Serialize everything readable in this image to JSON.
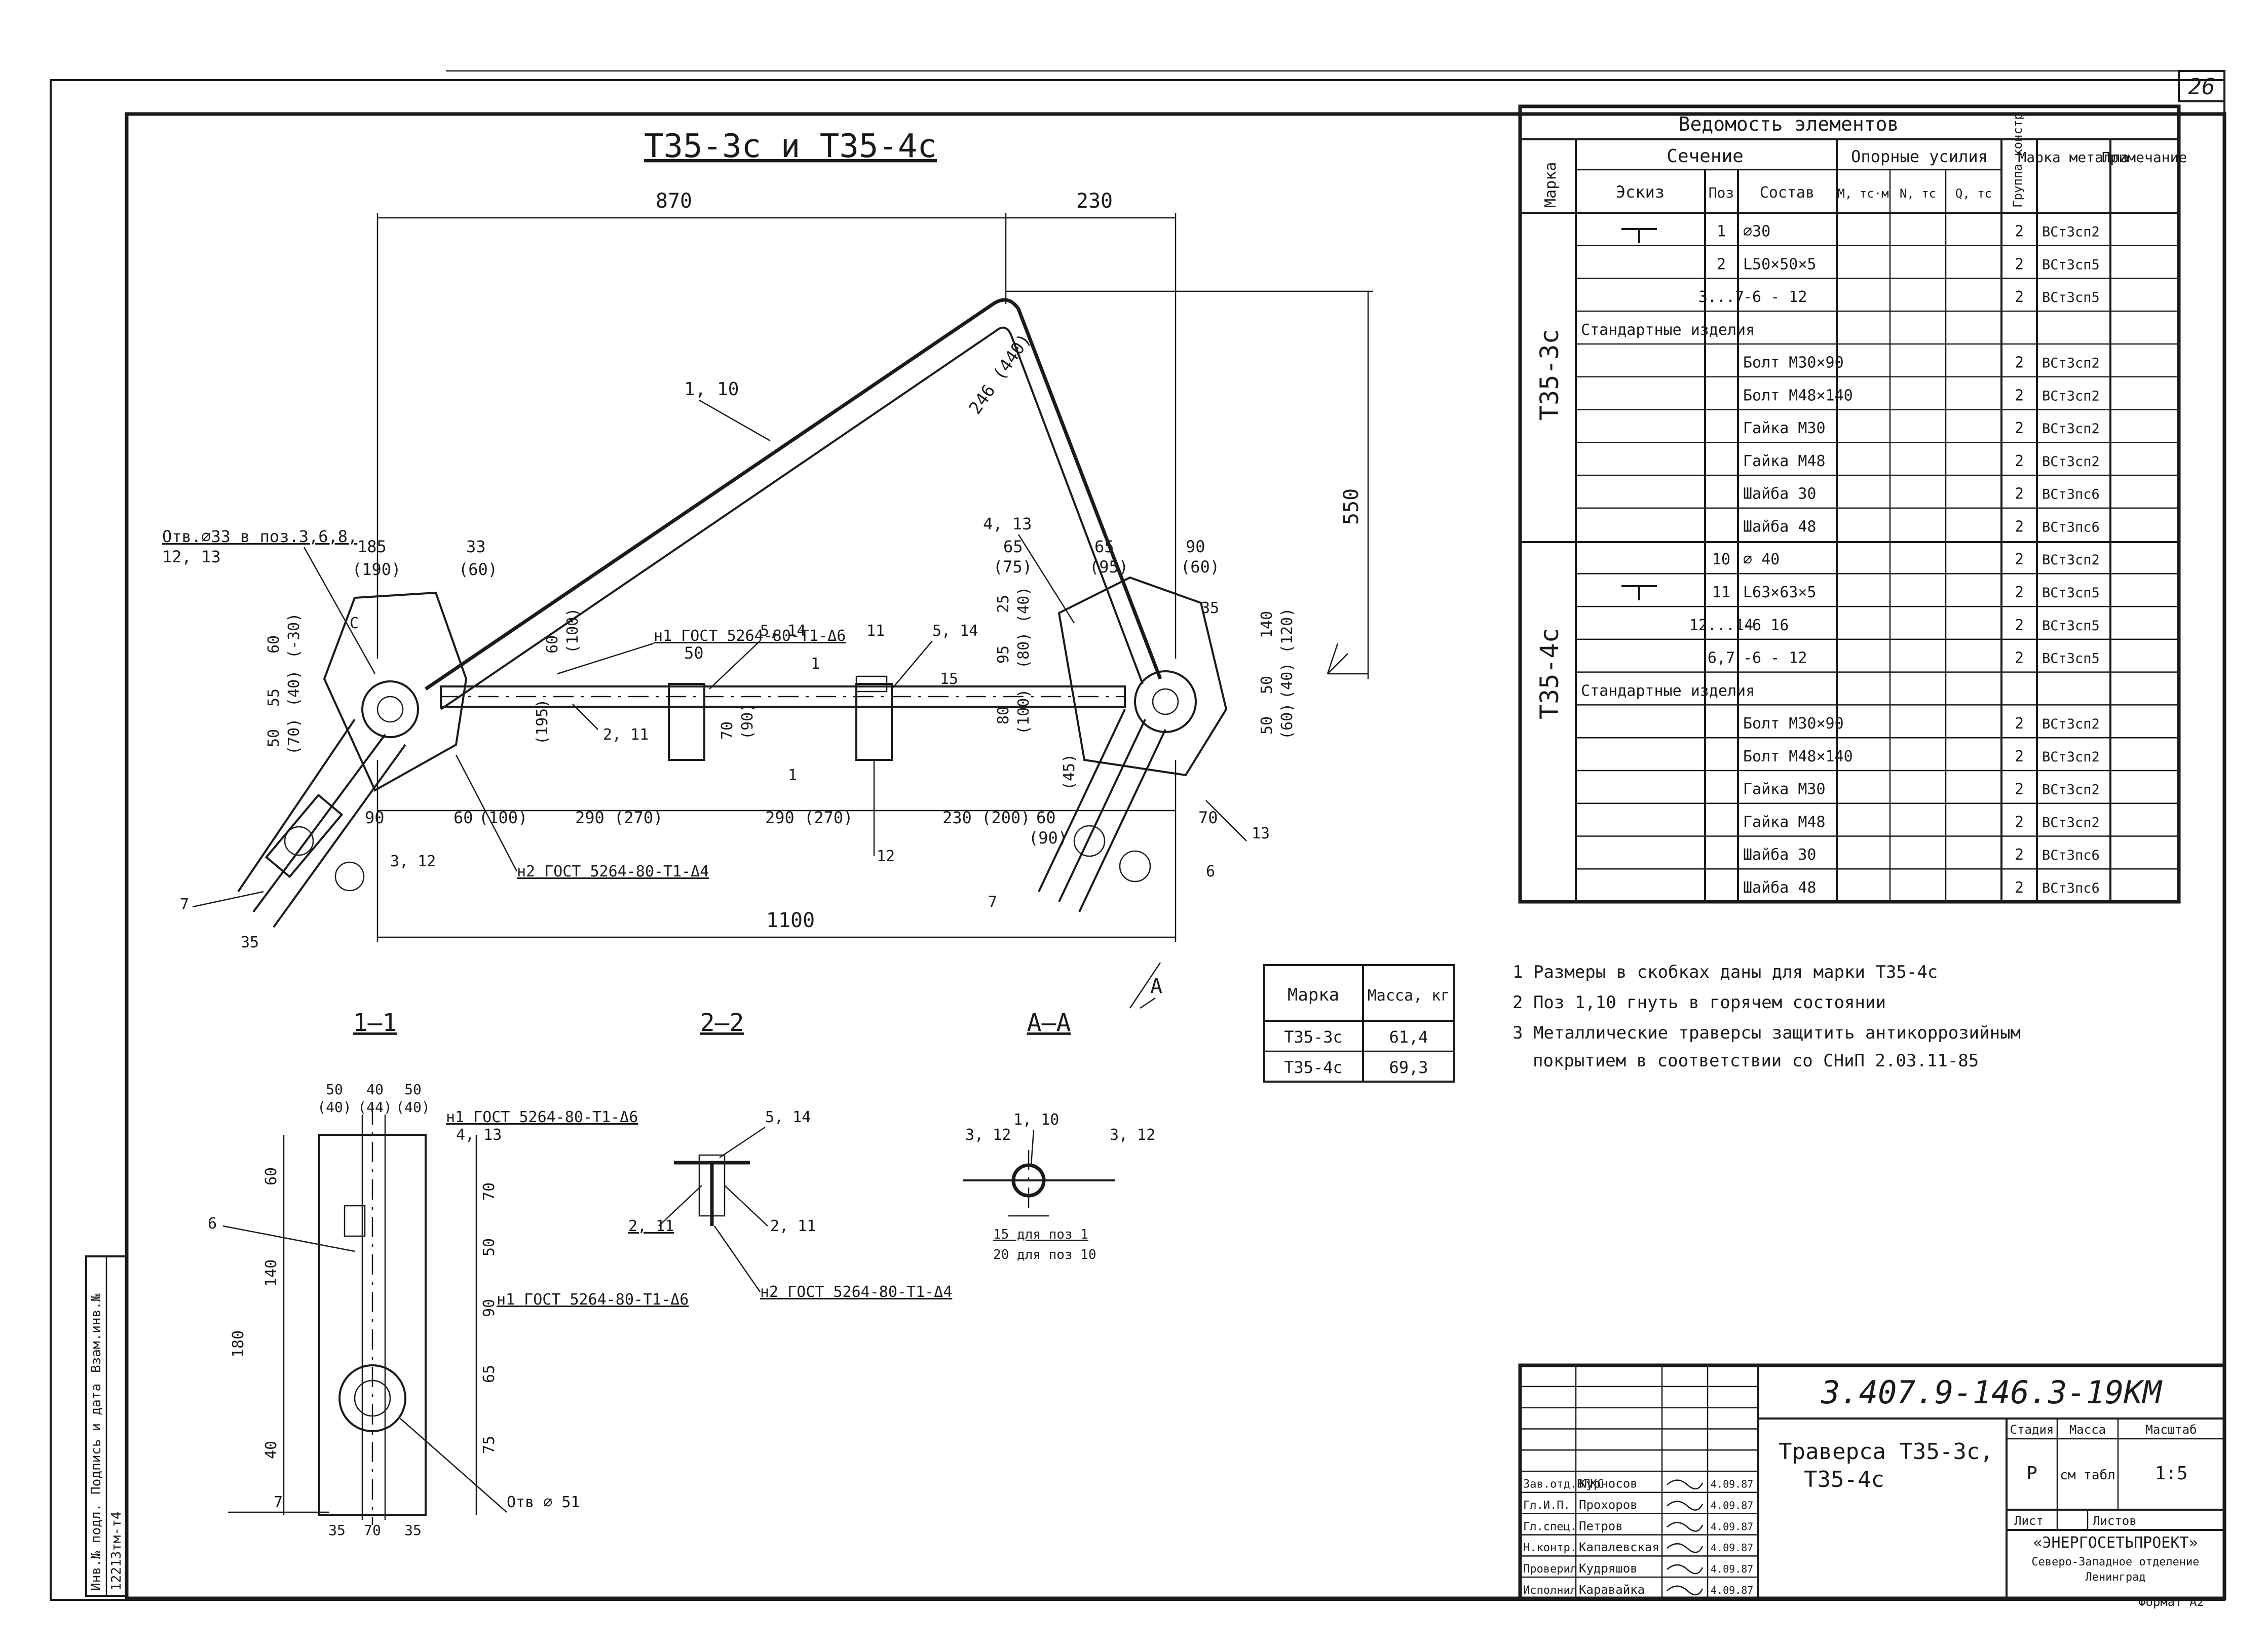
{
  "sheet_no": "26",
  "title": "Т35-3с и Т35-4с",
  "dims": {
    "d870": "870",
    "d230": "230",
    "d1100": "1100",
    "d550": "550",
    "d90a": "90",
    "d60a": "60",
    "d100a": "(100)",
    "d290a": "290 (270)",
    "d290b": "290 (270)",
    "d230b": "230 (200)",
    "d60b": "60",
    "d90b": "(90)",
    "d70": "70",
    "d185": "185",
    "d190": "(190)",
    "d33": "33",
    "d60c": "(60)",
    "d65a": "65",
    "d75": "(75)",
    "d65b": "65",
    "d95": "(95)",
    "d90c": "90",
    "d60d": "(60)",
    "d60l": "60",
    "d30l": "(-30)",
    "d55l": "55",
    "d40l": "(40)",
    "d50l": "50",
    "d70l": "(70)",
    "d25r": "25",
    "d40r": "(40)",
    "d95r": "95",
    "d80r": "(80)",
    "d80r2": "80",
    "d100r": "(100)",
    "d50v": "50",
    "d70v": "70",
    "d90v": "(90)",
    "d50w": "50",
    "d15": "15",
    "d246": "246 (440)",
    "d60e": "60",
    "d100e": "(100)",
    "d195": "(195)",
    "d45": "(45)",
    "d35": "35",
    "d40v": "140",
    "d120v": "(120)",
    "d50x": "50",
    "d40x": "(40)",
    "d50y": "50",
    "d60y": "(60)"
  },
  "callouts": {
    "holes": "Отв.∅33 в поз.3,6,8,",
    "holes2": "12, 13",
    "p110": "1, 10",
    "p413": "4, 13",
    "weld1": "н1 ГОСТ 5264-80-Т1-Δ6",
    "weld2": "н2 ГОСТ 5264-80-Т1-Δ4",
    "p514a": "5, 14",
    "p514b": "5, 14",
    "p211": "2, 11",
    "p11": "11",
    "p312": "3, 12",
    "p12": "12",
    "p13": "13",
    "p7a": "7",
    "p7b": "7",
    "p6": "6",
    "c": "С",
    "d35": "35",
    "sec11": "1",
    "sec11b": "1",
    "secAA": "А"
  },
  "sections": {
    "s11": "1—1",
    "s22": "2—2",
    "sAA": "А—А"
  },
  "sec11_dims": {
    "top": [
      "50",
      "40",
      "50"
    ],
    "top2": [
      "(40)",
      "(44)",
      "(40)"
    ],
    "left": [
      "60",
      "140",
      "180",
      "40"
    ],
    "right": [
      "70",
      "50",
      "90",
      "65",
      "75"
    ],
    "bottom": [
      "35",
      "70",
      "35"
    ],
    "p413": "4, 13",
    "weld": "н1 ГОСТ 5264-80-Т1-Δ6",
    "weld2": "н1 ГОСТ 5264-80-Т1-Δ6",
    "p6": "6",
    "p7": "7",
    "hole": "Отв ∅ 51"
  },
  "sec22": {
    "p514": "5, 14",
    "p211a": "2, 11",
    "p211b": "2, 11",
    "weld": "н2 ГОСТ 5264-80-Т1-Δ4"
  },
  "secAA": {
    "p110": "1, 10",
    "p312a": "3, 12",
    "p312b": "3, 12",
    "n1": "15 для поз 1",
    "n2": "20 для поз 10"
  },
  "mass_table": {
    "h1": "Марка",
    "h2": "Масса, кг",
    "rows": [
      {
        "mark": "Т35-3с",
        "mass": "61,4"
      },
      {
        "mark": "Т35-4с",
        "mass": "69,3"
      }
    ]
  },
  "notes": [
    "1 Размеры в скобках даны для марки Т35-4с",
    "2 Поз 1,10 гнуть в горячем состоянии",
    "3 Металлические траверсы защитить антикоррозийным",
    "покрытием в соответствии со СНиП 2.03.11-85"
  ],
  "spec": {
    "title": "Ведомость элементов",
    "h_mark": "Марка",
    "h_section": "Сечение",
    "h_forces": "Опорные усилия",
    "h_group": "Группа констр",
    "h_metal": "Марка металла",
    "h_note": "Примечание",
    "h_sketch": "Эскиз",
    "h_pos": "Поз",
    "h_comp": "Состав",
    "h_M": "М, тс·м",
    "h_N": "N, тс",
    "h_Q": "Q, тс",
    "mark1": "Т35-3с",
    "mark2": "Т35-4с",
    "rows": [
      {
        "pos": "1",
        "comp": "∅30",
        "group": "2",
        "metal": "ВСт3сп2"
      },
      {
        "pos": "2",
        "comp": "L50×50×5",
        "group": "2",
        "metal": "ВСт3сп5"
      },
      {
        "pos": "3...7",
        "comp": "-6 - 12",
        "group": "2",
        "metal": "ВСт3сп5"
      },
      {
        "std": "Стандартные изделия"
      },
      {
        "pos": "",
        "comp": "Болт М30×90",
        "group": "2",
        "metal": "ВСт3сп2"
      },
      {
        "pos": "",
        "comp": "Болт М48×140",
        "group": "2",
        "metal": "ВСт3сп2"
      },
      {
        "pos": "",
        "comp": "Гайка М30",
        "group": "2",
        "metal": "ВСт3сп2"
      },
      {
        "pos": "",
        "comp": "Гайка М48",
        "group": "2",
        "metal": "ВСт3сп2"
      },
      {
        "pos": "",
        "comp": "Шайба 30",
        "group": "2",
        "metal": "ВСт3пс6"
      },
      {
        "pos": "",
        "comp": "Шайба 48",
        "group": "2",
        "metal": "ВСт3пс6"
      },
      {
        "pos": "10",
        "comp": "∅ 40",
        "group": "2",
        "metal": "ВСт3сп2"
      },
      {
        "pos": "11",
        "comp": "L63×63×5",
        "group": "2",
        "metal": "ВСт3сп5"
      },
      {
        "pos": "12...14",
        "comp": "-6 16",
        "group": "2",
        "metal": "ВСт3сп5"
      },
      {
        "pos": "6,7",
        "comp": "-6 - 12",
        "group": "2",
        "metal": "ВСт3сп5"
      },
      {
        "std": "Стандартные изделия"
      },
      {
        "pos": "",
        "comp": "Болт М30×90",
        "group": "2",
        "metal": "ВСт3сп2"
      },
      {
        "pos": "",
        "comp": "Болт М48×140",
        "group": "2",
        "metal": "ВСт3сп2"
      },
      {
        "pos": "",
        "comp": "Гайка М30",
        "group": "2",
        "metal": "ВСт3сп2"
      },
      {
        "pos": "",
        "comp": "Гайка М48",
        "group": "2",
        "metal": "ВСт3сп2"
      },
      {
        "pos": "",
        "comp": "Шайба 30",
        "group": "2",
        "metal": "ВСт3пс6"
      },
      {
        "pos": "",
        "comp": "Шайба 48",
        "group": "2",
        "metal": "ВСт3пс6"
      }
    ]
  },
  "stamp": {
    "code": "3.407.9-146.3-19КМ",
    "name1": "Траверса Т35-3с,",
    "name2": "Т35-4с",
    "stage_h": "Стадия",
    "mass_h": "Масса",
    "scale_h": "Масштаб",
    "stage": "Р",
    "mass": "см табл",
    "scale": "1:5",
    "sheet_h": "Лист",
    "sheets_h": "Листов",
    "org1": "«ЭНЕРГОСЕТЬПРОЕКТ»",
    "org2": "Северо-Западное отделение",
    "org3": "Ленинград",
    "people": [
      {
        "role": "Зав.отд.ВЛКС",
        "name": "Курносов",
        "date": "4.09.87"
      },
      {
        "role": "Гл.И.П.",
        "name": "Прохоров",
        "date": "4.09.87"
      },
      {
        "role": "Гл.спец.",
        "name": "Петров",
        "date": "4.09.87"
      },
      {
        "role": "Н.контр.",
        "name": "Капалевская",
        "date": "4.09.87"
      },
      {
        "role": "Проверил",
        "name": "Кудряшов",
        "date": "4.09.87"
      },
      {
        "role": "Исполнил",
        "name": "Каравайка",
        "date": "4.09.87"
      }
    ]
  },
  "side": {
    "inv": "Инв.№ подл.",
    "sign": "Подпись и дата",
    "inv2": "Взам.инв.№",
    "num": "12213тм-т4"
  },
  "footer": {
    "fmt": "Формат А2"
  }
}
